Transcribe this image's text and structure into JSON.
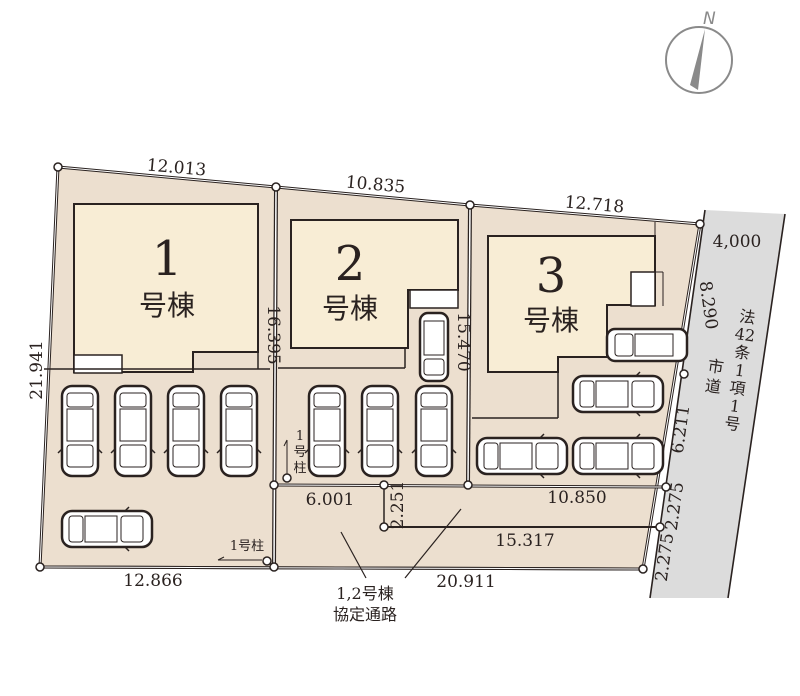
{
  "compass": {
    "label": "N",
    "color": "#8a8a8a"
  },
  "colors": {
    "lot_fill": "#ecdfcf",
    "building_fill": "#f8edd5",
    "road_fill": "#dcdcdc",
    "line": "#2a2220",
    "parking_fill": "#ffffff"
  },
  "lots": [
    {
      "id": 1,
      "number": "1",
      "suffix": "号棟"
    },
    {
      "id": 2,
      "number": "2",
      "suffix": "号棟"
    },
    {
      "id": 3,
      "number": "3",
      "suffix": "号棟"
    }
  ],
  "dimensions": {
    "top_lot1": "12.013",
    "top_lot2": "10.835",
    "top_lot3": "12.718",
    "road_width": "4,000",
    "left_side": "21.941",
    "lot1_right": "16.395",
    "lot2_right": "15.470",
    "east_upper": "8.290",
    "east_mid": "6.211",
    "east_lower_a": "2.275",
    "east_lower_b": "2.275",
    "bottom_lot1": "12.866",
    "bottom_road": "20.911",
    "inner_6001": "6.001",
    "inner_2251": "2.251",
    "inner_10850": "10.850",
    "inner_15317": "15.317"
  },
  "labels": {
    "pole_vertical": [
      "1",
      "号",
      "柱"
    ],
    "pole_horizontal": "1号柱",
    "shared_road_line1": "1,2号棟",
    "shared_road_line2": "協定通路",
    "road_law": [
      "法",
      "42",
      "条",
      "1",
      "項",
      "1",
      "号"
    ],
    "road_city": [
      "市",
      "道"
    ]
  },
  "parking": {
    "lot1_count": 5,
    "lot2_count": 4,
    "lot3_count": 4
  }
}
